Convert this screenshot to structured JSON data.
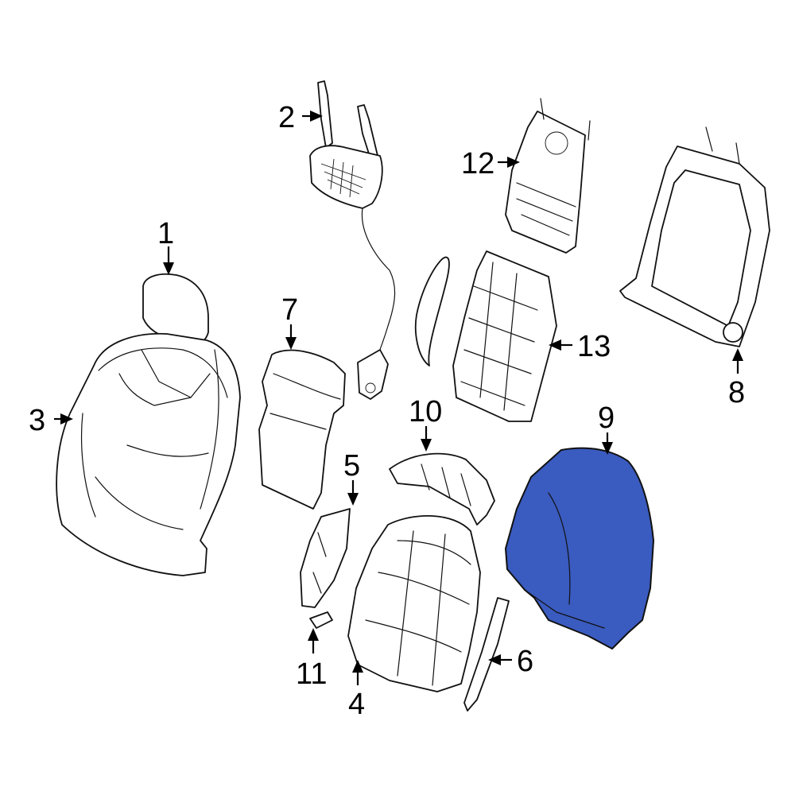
{
  "diagram": {
    "highlight_color": "#3a5bbf",
    "outline_color": "#111111",
    "callouts": [
      {
        "id": "c1",
        "label": "1"
      },
      {
        "id": "c2",
        "label": "2"
      },
      {
        "id": "c3",
        "label": "3"
      },
      {
        "id": "c4",
        "label": "4"
      },
      {
        "id": "c5",
        "label": "5"
      },
      {
        "id": "c6",
        "label": "6"
      },
      {
        "id": "c7",
        "label": "7"
      },
      {
        "id": "c8",
        "label": "8"
      },
      {
        "id": "c9",
        "label": "9"
      },
      {
        "id": "c10",
        "label": "10"
      },
      {
        "id": "c11",
        "label": "11"
      },
      {
        "id": "c12",
        "label": "12"
      },
      {
        "id": "c13",
        "label": "13"
      }
    ]
  }
}
